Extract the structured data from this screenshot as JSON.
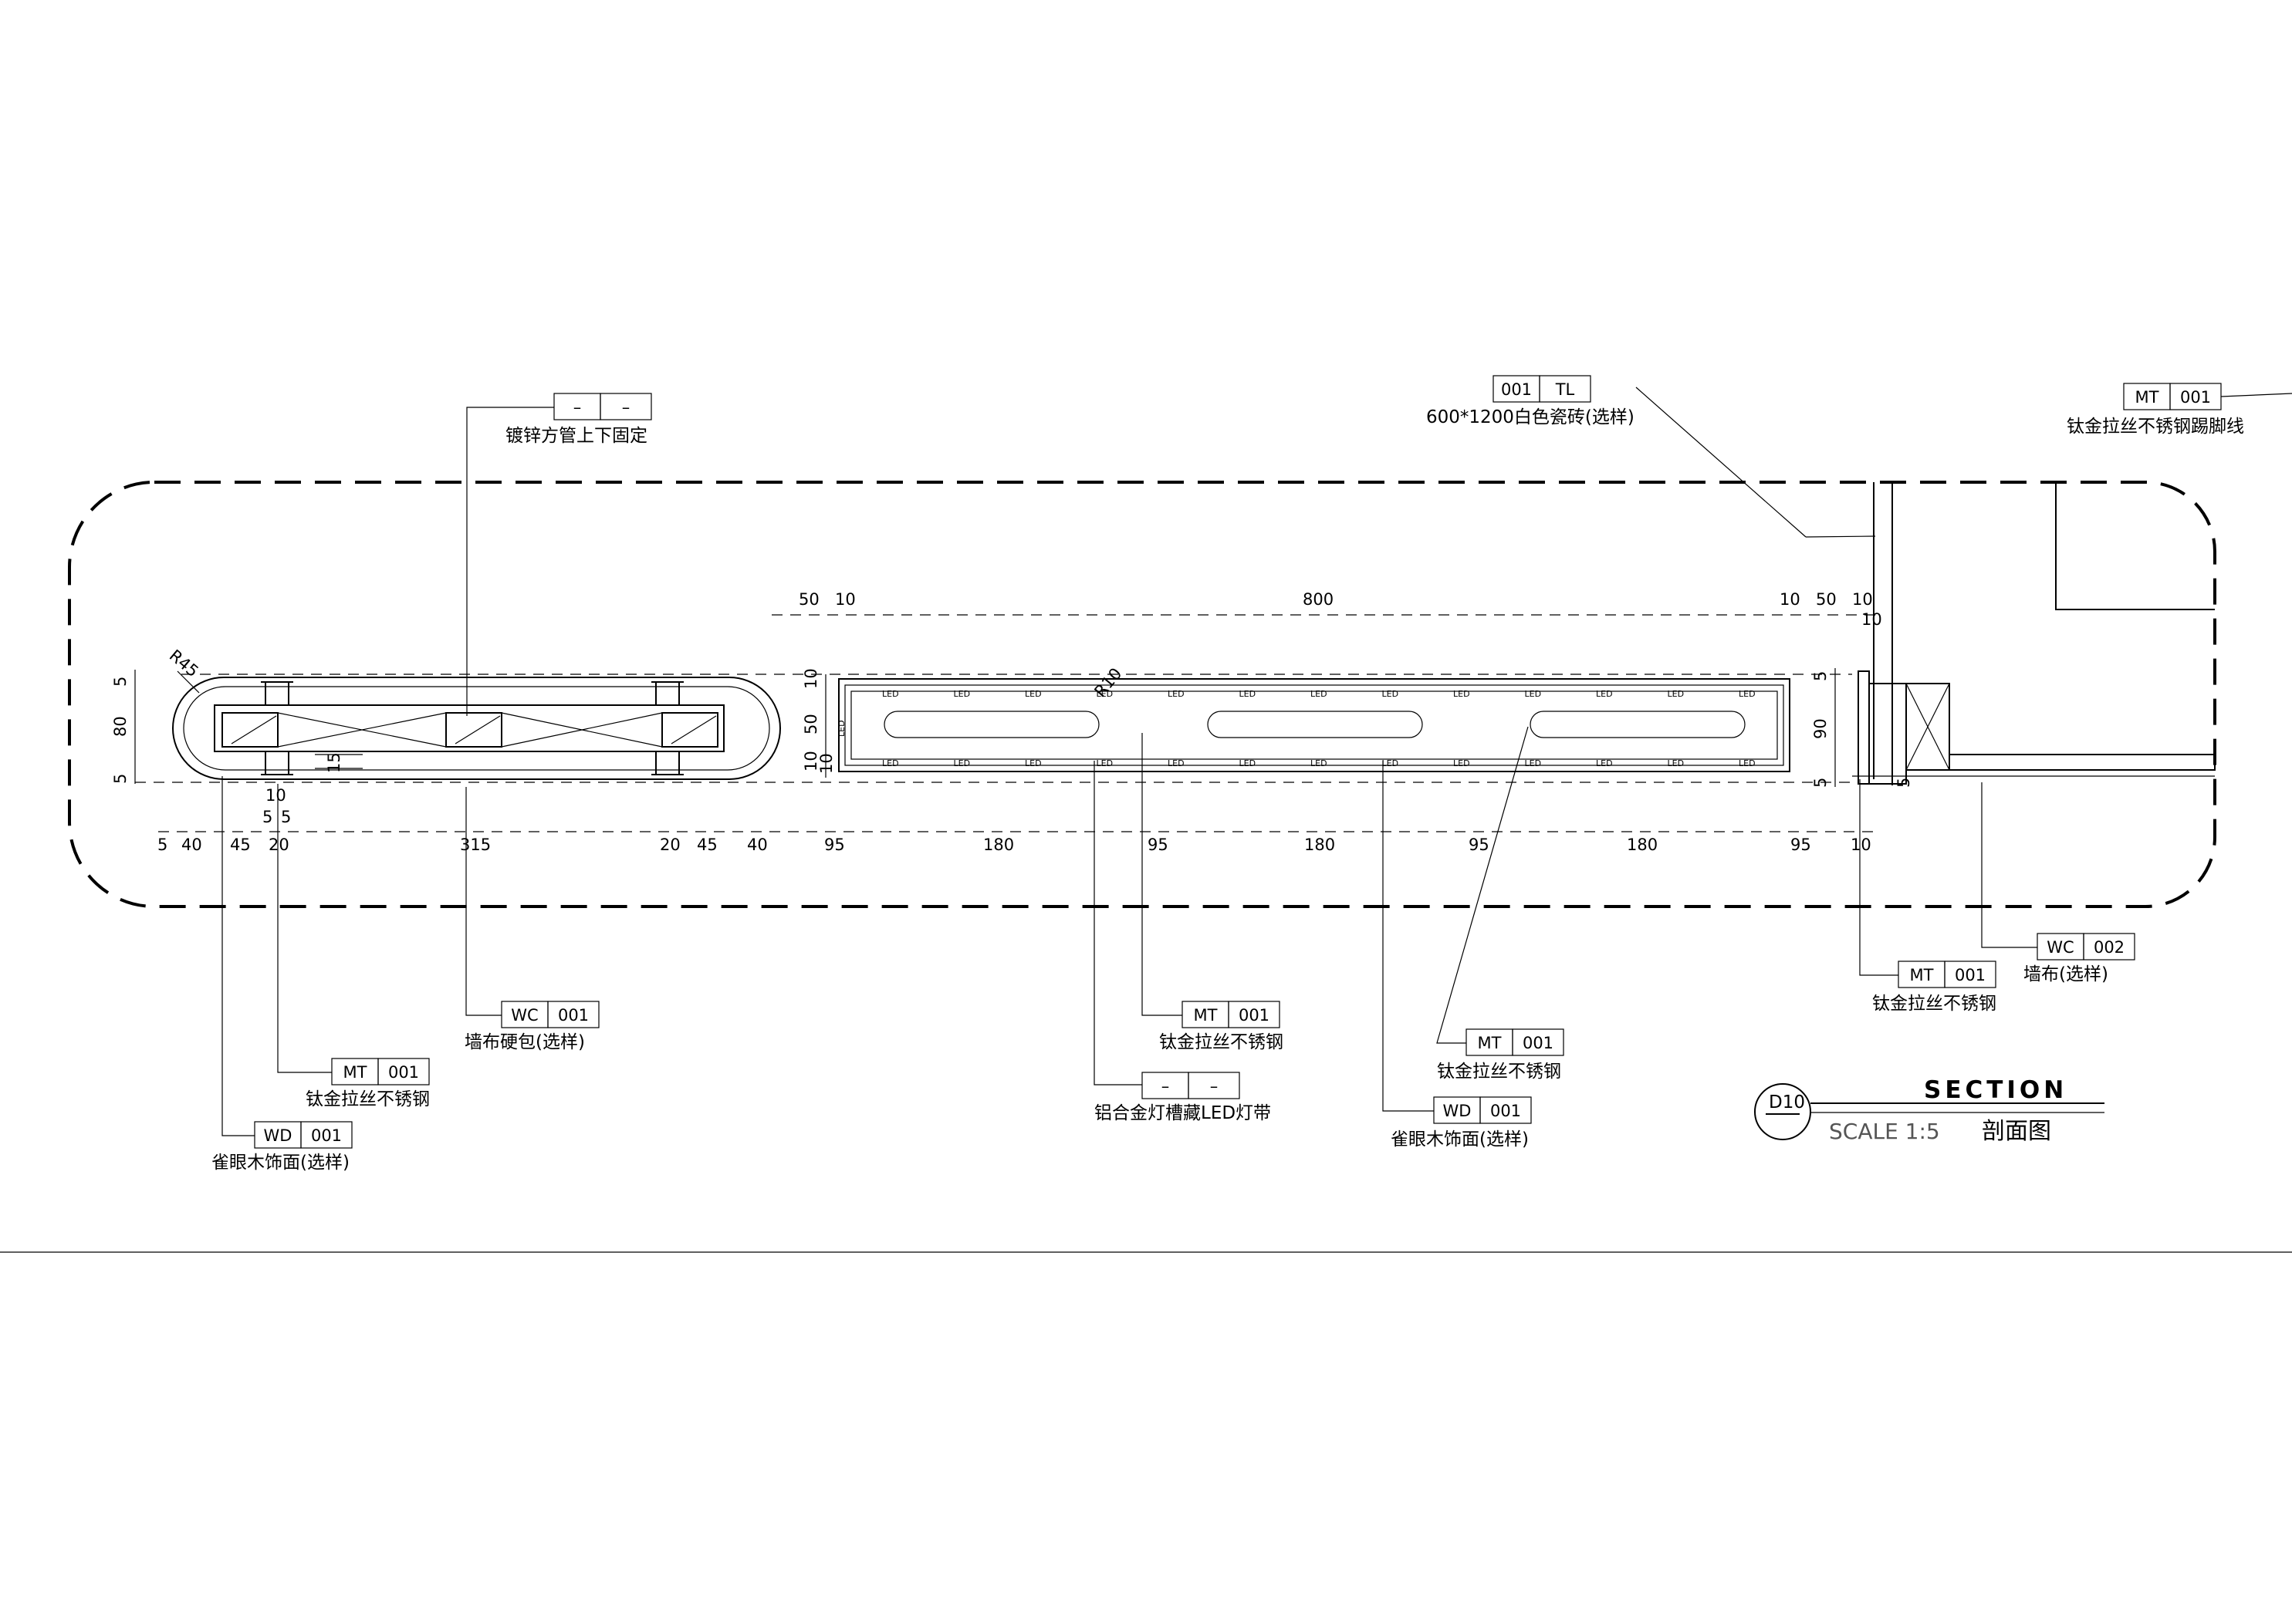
{
  "title_block": {
    "drawing_id": "D10",
    "title": "SECTION",
    "scale": "SCALE 1:5",
    "subtitle": "剖面图"
  },
  "callouts": [
    {
      "id": "galvanized-tube",
      "code": "–",
      "number": "–",
      "note": "镀锌方管上下固定"
    },
    {
      "id": "white-tile",
      "code": "001",
      "number": "TL",
      "note": "600*1200白色瓷砖(选样)"
    },
    {
      "id": "skirting",
      "code": "MT",
      "number": "001",
      "note": "钛金拉丝不锈钢踢脚线"
    },
    {
      "id": "wall-cloth-hardpack",
      "code": "WC",
      "number": "001",
      "note": "墙布硬包(选样)"
    },
    {
      "id": "titanium-steel-left",
      "code": "MT",
      "number": "001",
      "note": "钛金拉丝不锈钢"
    },
    {
      "id": "bird-eye-wood-left",
      "code": "WD",
      "number": "001",
      "note": "雀眼木饰面(选样)"
    },
    {
      "id": "titanium-steel-center",
      "code": "MT",
      "number": "001",
      "note": "钛金拉丝不锈钢"
    },
    {
      "id": "led-strip",
      "code": "–",
      "number": "–",
      "note": "铝合金灯槽藏LED灯带"
    },
    {
      "id": "titanium-steel-right",
      "code": "MT",
      "number": "001",
      "note": "钛金拉丝不锈钢"
    },
    {
      "id": "bird-eye-wood-right",
      "code": "WD",
      "number": "001",
      "note": "雀眼木饰面(选样)"
    },
    {
      "id": "wall-cloth",
      "code": "WC",
      "number": "002",
      "note": "墙布(选样)"
    },
    {
      "id": "titanium-steel-far-right",
      "code": "MT",
      "number": "001",
      "note": "钛金拉丝不锈钢"
    }
  ],
  "dimensions": {
    "top": [
      "50",
      "10",
      "800",
      "10",
      "50",
      "10",
      "10"
    ],
    "bottom": [
      "5",
      "40",
      "45",
      "20",
      "315",
      "20",
      "45",
      "40",
      "95",
      "180",
      "95",
      "180",
      "95",
      "180",
      "95",
      "10"
    ],
    "left_vertical": [
      "5",
      "80",
      "5"
    ],
    "mid_vertical": [
      "10",
      "50",
      "10",
      "10"
    ],
    "right_vertical": [
      "5",
      "90",
      "5",
      "5"
    ],
    "small": [
      "10",
      "5",
      "5",
      "15"
    ],
    "radius_big": "R45",
    "radius_small": "R10"
  },
  "led_label": "LED"
}
